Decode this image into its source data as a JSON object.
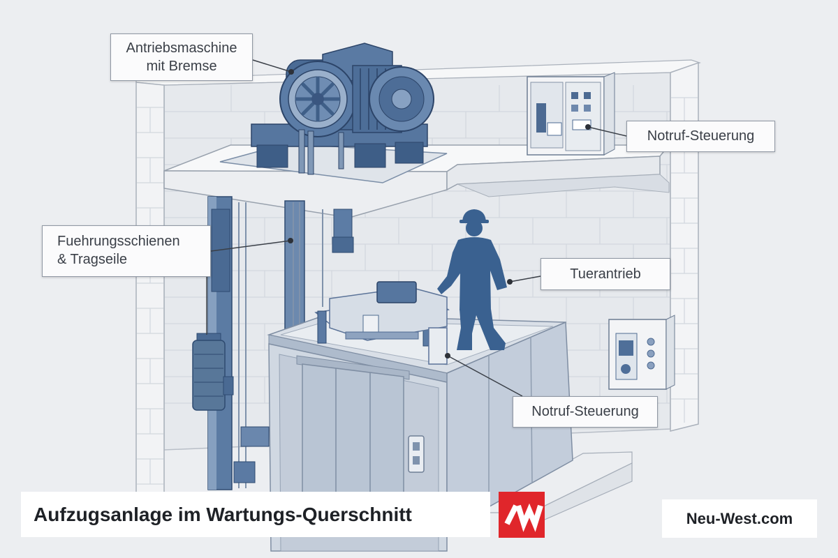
{
  "title": "Aufzugsanlage im Wartungs-Querschnitt",
  "brand": {
    "site": "Neu-West.com",
    "logo_icon": "neu-west-logo",
    "logo_color": "#e0262b"
  },
  "callouts": {
    "drive_machine": {
      "line1": "Antriebsmaschine",
      "line2": "mit Bremse"
    },
    "emergency_control_top": {
      "text": "Notruf-Steuerung"
    },
    "rails_ropes": {
      "line1": "Fuehrungsschienen",
      "line2": "& Tragseile"
    },
    "door_drive": {
      "text": "Tuerantrieb"
    },
    "emergency_control_cabin": {
      "text": "Notruf-Steuerung"
    }
  },
  "colors": {
    "machinery": "#4a6b95",
    "worker": "#3a6190",
    "wall": "#e6e9ed",
    "background": "#eceef1"
  }
}
